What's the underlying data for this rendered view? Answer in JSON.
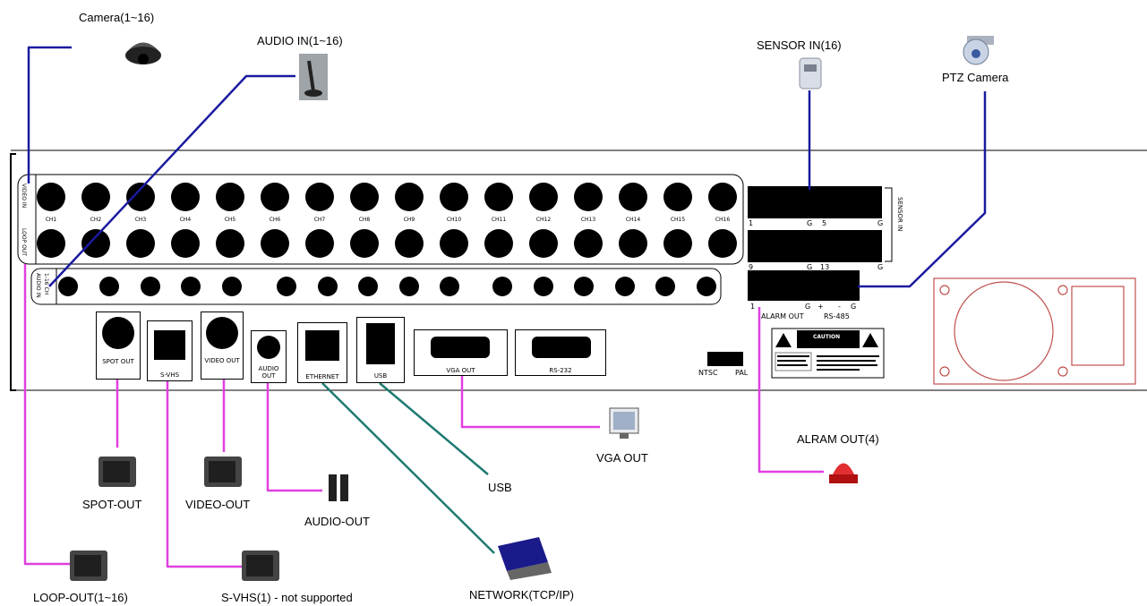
{
  "devices": {
    "camera": "Camera(1~16)",
    "audio_in": "AUDIO IN(1~16)",
    "sensor_in": "SENSOR IN(16)",
    "ptz_camera": "PTZ Camera",
    "spot_out": "SPOT-OUT",
    "video_out": "VIDEO-OUT",
    "audio_out": "AUDIO-OUT",
    "usb": "USB",
    "vga_out": "VGA OUT",
    "alarm_out": "ALRAM OUT(4)",
    "loop_out": "LOOP-OUT(1~16)",
    "svhs": "S-VHS(1) - not supported",
    "network": "NETWORK(TCP/IP)"
  },
  "panel": {
    "video_in": "VIDEO IN",
    "loop_out": "LOOP OUT",
    "audio_in": "AUDIO IN",
    "audio_in_range": "1-16 CH",
    "channels": [
      "CH1",
      "CH2",
      "CH3",
      "CH4",
      "CH5",
      "CH6",
      "CH7",
      "CH8",
      "CH9",
      "CH10",
      "CH11",
      "CH12",
      "CH13",
      "CH14",
      "CH15",
      "CH16"
    ],
    "sensor_label": "SENSOR IN",
    "sensor_row1": [
      "1",
      "G",
      "5",
      "G"
    ],
    "sensor_row2": [
      "9",
      "G",
      "13",
      "G"
    ],
    "alarm_row": [
      "1",
      "G",
      "+",
      "-",
      "G"
    ],
    "alarm_out": "ALARM OUT",
    "rs485": "RS-485",
    "spot_out": "SPOT OUT",
    "svhs": "S-VHS",
    "video_out": "VIDEO OUT",
    "audio_out": "AUDIO OUT",
    "ethernet": "ETHERNET",
    "usb": "USB",
    "vga_out": "VGA OUT",
    "rs232": "RS-232",
    "ntsc": "NTSC",
    "pal": "PAL",
    "caution": "CAUTION"
  },
  "colors": {
    "blue_wire": "#1a1aa0",
    "magenta_wire": "#e040e0",
    "teal_wire": "#1e7a72",
    "fan_plate": "#c0504d"
  }
}
